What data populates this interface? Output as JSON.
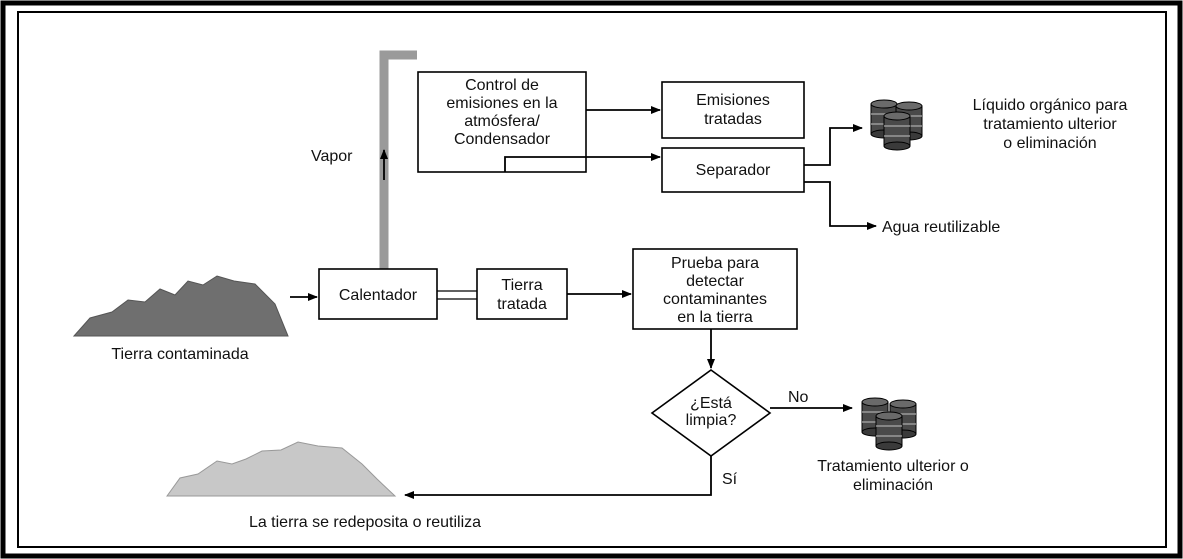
{
  "nodes": {
    "emission_control": [
      "Control de",
      "emisiones en la",
      "atmósfera/",
      "Condensador"
    ],
    "treated_emissions": [
      "Emisiones",
      "tratadas"
    ],
    "separator": [
      "Separador"
    ],
    "heater": [
      "Calentador"
    ],
    "treated_soil": [
      "Tierra",
      "tratada"
    ],
    "test": [
      "Prueba para",
      "detectar",
      "contaminantes",
      "en la tierra"
    ],
    "decision": [
      "¿Está",
      "limpia?"
    ]
  },
  "labels": {
    "vapor": "Vapor",
    "organic_liquid": [
      "Líquido orgánico para",
      "tratamiento ulterior",
      "o eliminación"
    ],
    "reusable_water": "Agua reutilizable",
    "contaminated_soil": "Tierra contaminada",
    "no": "No",
    "yes": "Sí",
    "further_treatment": [
      "Tratamiento ulterior o",
      "eliminación"
    ],
    "redeposit": "La tierra se redeposita o reutiliza"
  },
  "colors": {
    "border": "#000000",
    "dark_mound": "#6f6f6f",
    "light_mound": "#c8c8c8",
    "vapor_pipe": "#9a9a9a",
    "barrel": "#4a4a4a"
  }
}
